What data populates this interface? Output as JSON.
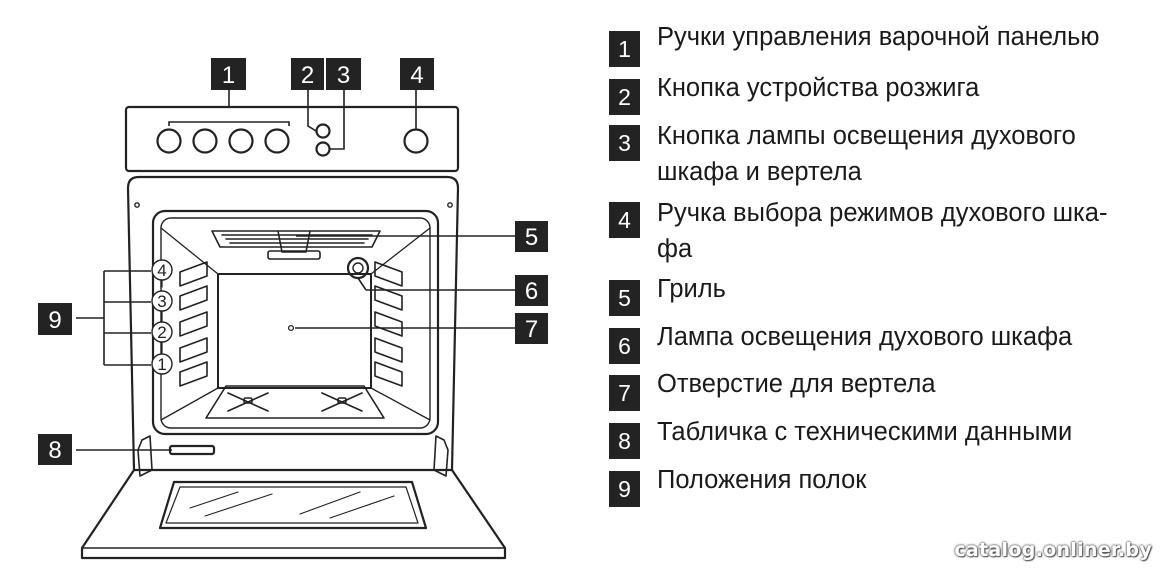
{
  "callouts": {
    "c1": "1",
    "c2": "2",
    "c3": "3",
    "c4": "4",
    "c5": "5",
    "c6": "6",
    "c7": "7",
    "c8": "8",
    "c9": "9"
  },
  "shelf_positions": [
    "4",
    "3",
    "2",
    "1"
  ],
  "legend": [
    {
      "num": "1",
      "text": "Ручки управления варочной панелью"
    },
    {
      "num": "2",
      "text": "Кнопка устройства розжига"
    },
    {
      "num": "3",
      "text": "Кнопка лампы освещения духового\nшкафа и вертела"
    },
    {
      "num": "4",
      "text": "Ручка выбора режимов духового шка-\nфа"
    },
    {
      "num": "5",
      "text": "Гриль"
    },
    {
      "num": "6",
      "text": "Лампа освещения духового шкафа"
    },
    {
      "num": "7",
      "text": "Отверстие для вертела"
    },
    {
      "num": "8",
      "text": "Табличка с техническими данными"
    },
    {
      "num": "9",
      "text": "Положения полок"
    }
  ],
  "watermark": "catalog.onliner.by"
}
